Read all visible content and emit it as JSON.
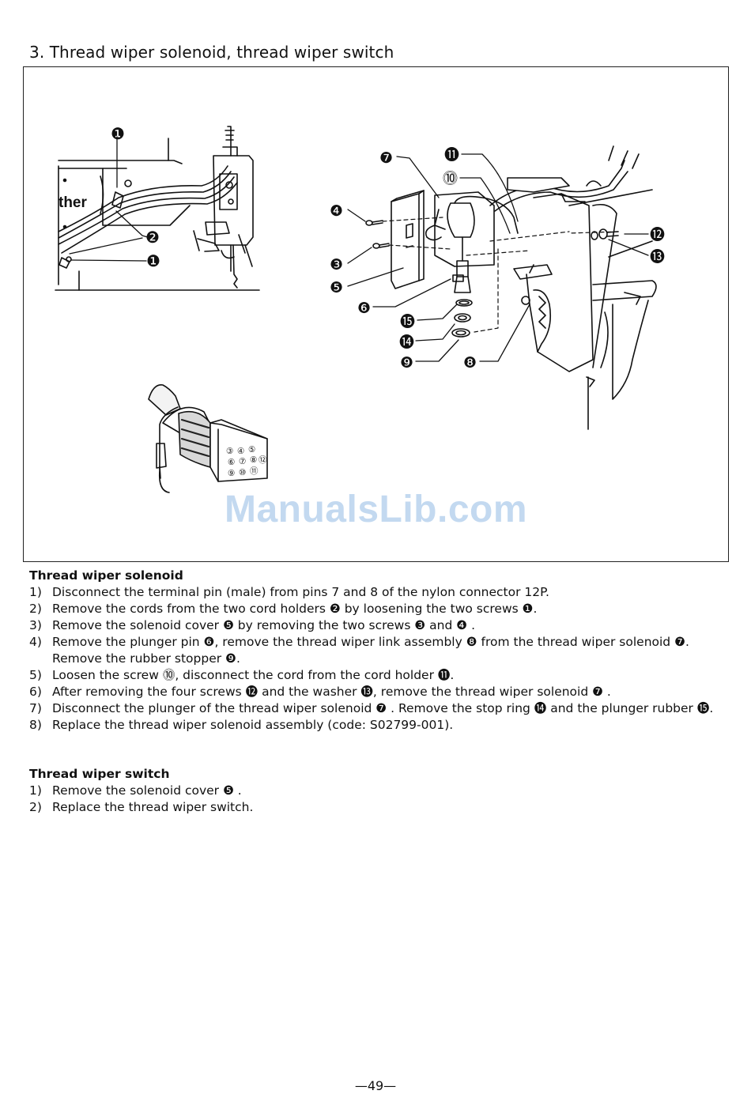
{
  "heading": "3.  Thread wiper solenoid, thread wiper switch",
  "watermark": "ManualsLib.com",
  "figure": {
    "callouts_left": [
      "❶",
      "❷",
      "❶"
    ],
    "callouts_right": [
      "⓫",
      "⓾",
      "❼",
      "❹",
      "❸",
      "❺",
      "❻",
      "⓯",
      "⓮",
      "❾",
      "❽",
      "⓬",
      "⓭"
    ],
    "machine_logo": "ther",
    "pin_labels": [
      "③",
      "④",
      "⑤",
      "⑥",
      "⑦",
      "⑧",
      "⑨",
      "⑩",
      "⑪",
      "⑫"
    ]
  },
  "solenoid_section": {
    "title": "Thread wiper solenoid",
    "steps": [
      {
        "num": "1)",
        "text": "Disconnect the terminal pin (male) from pins 7 and 8 of the nylon connector 12P."
      },
      {
        "num": "2)",
        "text": "Remove the cords from the two cord holders ❷ by loosening the two screws ❶."
      },
      {
        "num": "3)",
        "text": "Remove the solenoid cover ❺ by removing the two screws ❸ and ❹ ."
      },
      {
        "num": "4)",
        "text": "Remove the plunger pin ❻, remove the thread wiper link assembly ❽ from the thread wiper solenoid ❼."
      },
      {
        "num": "",
        "text": "Remove the rubber stopper ❾."
      },
      {
        "num": "5)",
        "text": "Loosen the screw ⓾, disconnect the cord from the cord holder ⓫."
      },
      {
        "num": "6)",
        "text": "After removing the four screws ⓬ and the washer ⓭, remove the thread wiper solenoid ❼ ."
      },
      {
        "num": "7)",
        "text": "Disconnect the plunger of the thread wiper solenoid ❼ . Remove the stop ring ⓮ and the plunger rubber ⓯."
      },
      {
        "num": "8)",
        "text": "Replace the thread wiper solenoid assembly (code: S02799-001)."
      }
    ]
  },
  "switch_section": {
    "title": "Thread wiper switch",
    "steps": [
      {
        "num": "1)",
        "text": "Remove the solenoid cover ❺ ."
      },
      {
        "num": "2)",
        "text": "Replace the thread wiper switch."
      }
    ]
  },
  "page_number": "—49—"
}
